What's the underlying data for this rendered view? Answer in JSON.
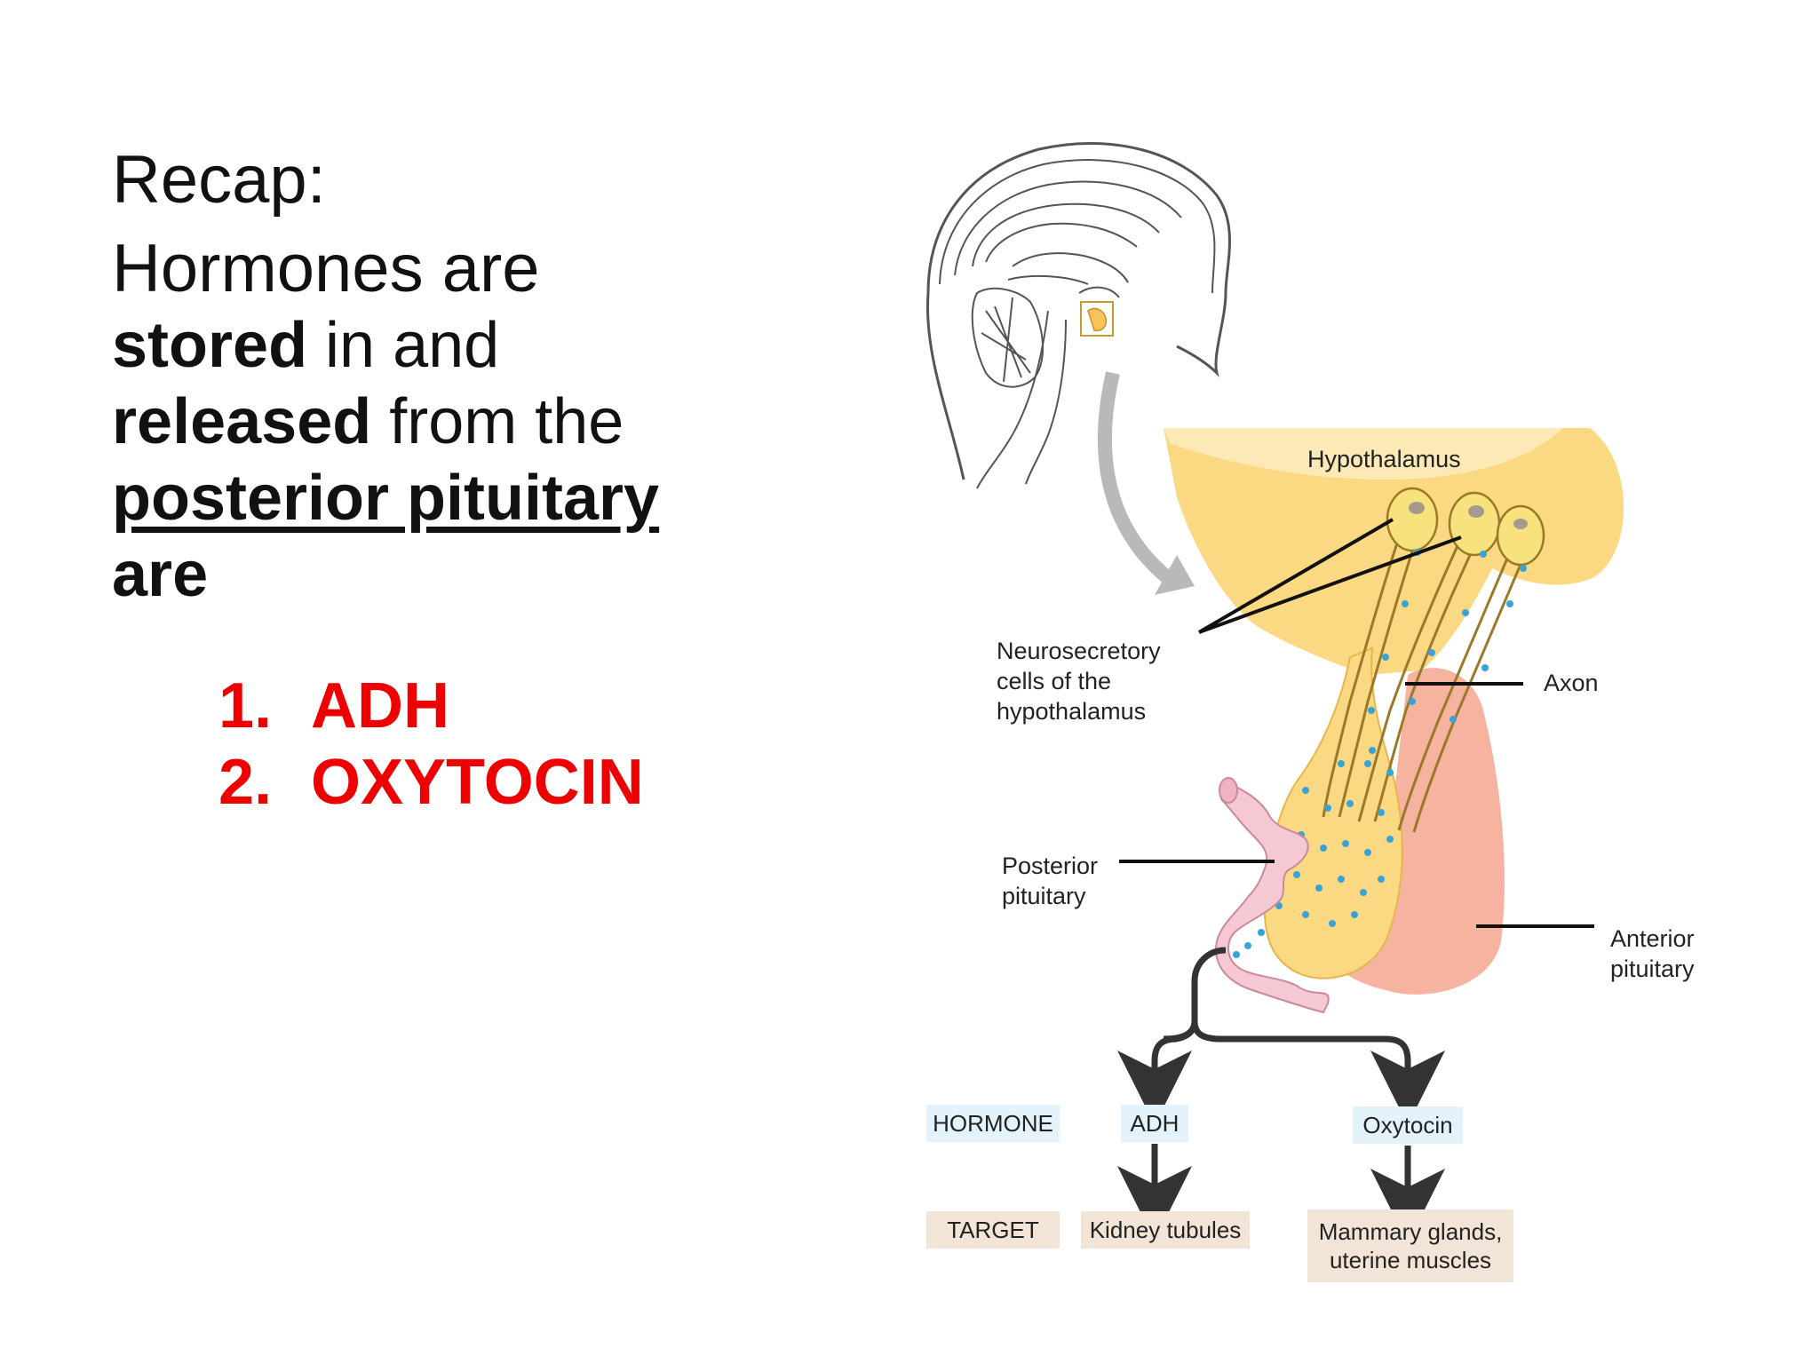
{
  "slide": {
    "heading": "Recap:",
    "statement": {
      "line1": "Hormones are",
      "line2_bold": "stored",
      "line2_rest": " in and",
      "line3_bold": "released",
      "line3_rest": " from the",
      "line4_bold_underlined": "posterior pituitary",
      "line5_bold": "are"
    },
    "hormone_list": [
      {
        "number": "1.",
        "name": "ADH"
      },
      {
        "number": "2.",
        "name": "OXYTOCIN"
      }
    ],
    "list_color": "#ee0000"
  },
  "diagram": {
    "labels": {
      "hypothalamus": "Hypothalamus",
      "neurosecretory_1": "Neurosecretory",
      "neurosecretory_2": "cells of the",
      "neurosecretory_3": "hypothalamus",
      "axon": "Axon",
      "posterior_1": "Posterior",
      "posterior_2": "pituitary",
      "anterior_1": "Anterior",
      "anterior_2": "pituitary"
    },
    "table": {
      "hormone_header": "HORMONE",
      "target_header": "TARGET",
      "adh": "ADH",
      "oxytocin": "Oxytocin",
      "adh_target": "Kidney tubules",
      "oxytocin_target_1": "Mammary glands,",
      "oxytocin_target_2": "uterine muscles"
    },
    "colors": {
      "hypothalamus": "#fbd882",
      "hypothalamus_light": "#fde9b6",
      "anterior_pituitary": "#f5b3a0",
      "blood_vessel": "#f6c8d4",
      "granules": "#3aa3d6",
      "hormone_box": "#e4f3fb",
      "target_box": "#f2e4d6"
    }
  }
}
